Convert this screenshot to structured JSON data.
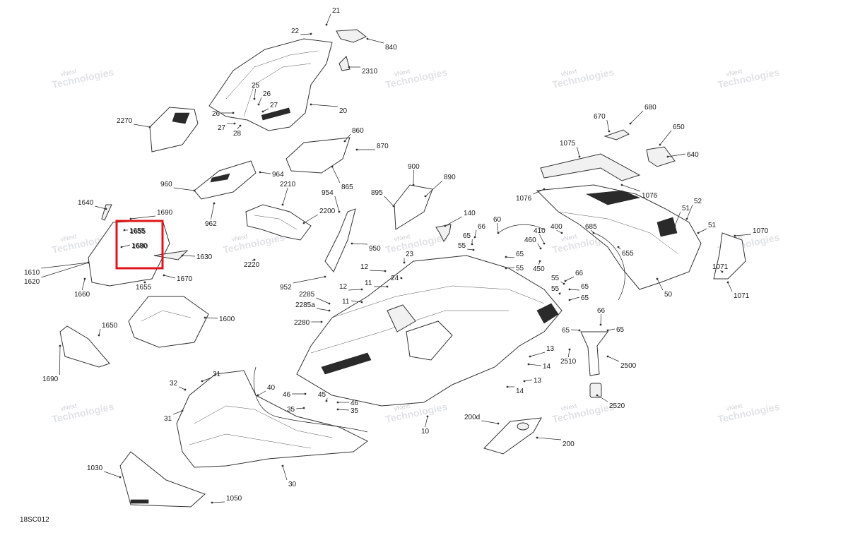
{
  "diagram": {
    "reference_code": "18SC012",
    "watermark": {
      "line1": "vNext",
      "line2": "Technologies"
    },
    "highlight_box": {
      "labels": [
        "1655",
        "1680"
      ]
    },
    "part_labels": [
      "21",
      "22",
      "840",
      "2310",
      "20",
      "25",
      "26",
      "26",
      "27",
      "27",
      "28",
      "2270",
      "860",
      "870",
      "964",
      "865",
      "960",
      "962",
      "2210",
      "2200",
      "2220",
      "954",
      "950",
      "900",
      "890",
      "895",
      "140",
      "1640",
      "1690",
      "1655",
      "1680",
      "1630",
      "1610",
      "1620",
      "1660",
      "1655",
      "1670",
      "1600",
      "1650",
      "1690",
      "952",
      "2285",
      "2285a",
      "2280",
      "12",
      "11",
      "12",
      "11",
      "23",
      "24",
      "60",
      "66",
      "65",
      "55",
      "65",
      "55",
      "410",
      "460",
      "400",
      "450",
      "685",
      "655",
      "1075",
      "670",
      "680",
      "650",
      "640",
      "1076",
      "1076",
      "52",
      "51",
      "51",
      "50",
      "1070",
      "1071",
      "1071",
      "66",
      "65",
      "55",
      "65",
      "55",
      "66",
      "65",
      "65",
      "2510",
      "2500",
      "2520",
      "13",
      "14",
      "13",
      "14",
      "10",
      "200d",
      "200",
      "32",
      "31",
      "31",
      "40",
      "46",
      "45",
      "46",
      "35",
      "35",
      "30",
      "1030",
      "1050"
    ]
  }
}
